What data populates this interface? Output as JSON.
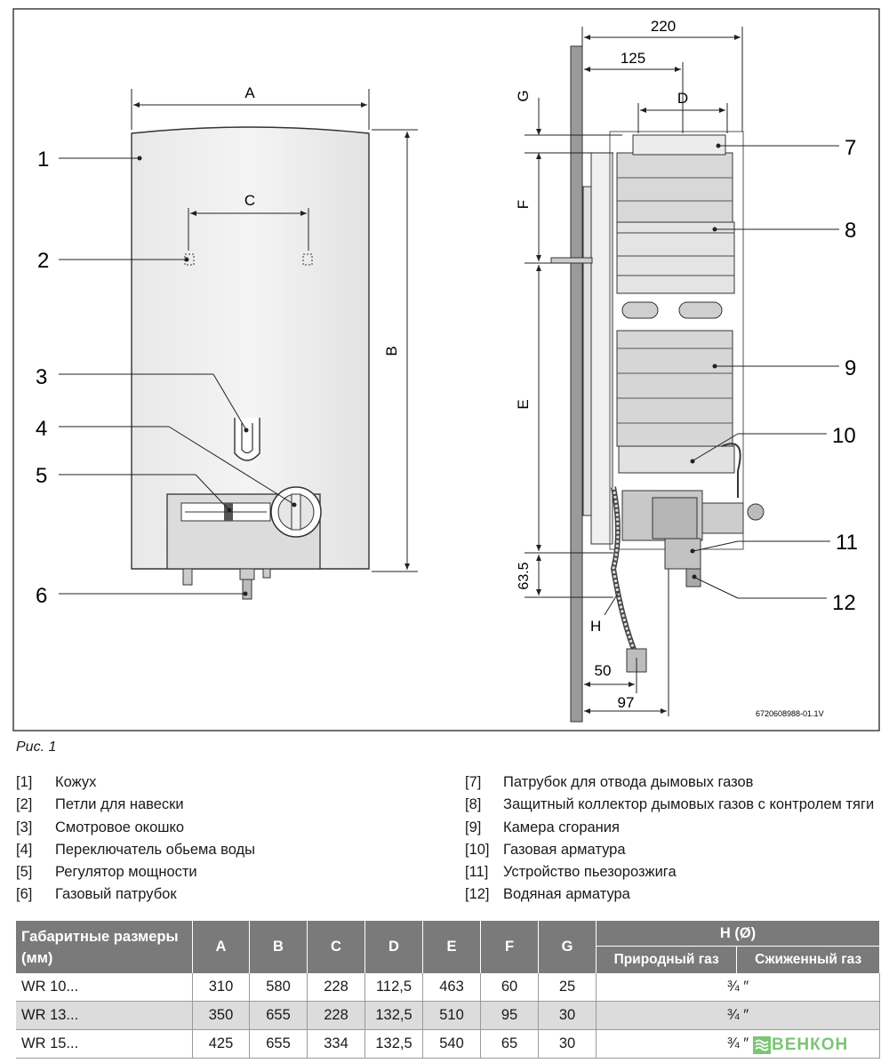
{
  "figure": {
    "code": "6720608988-01.1V",
    "dims": {
      "A": "A",
      "B": "B",
      "C": "C",
      "D": "D",
      "E": "E",
      "F": "F",
      "G": "G",
      "H": "H",
      "d220": "220",
      "d125": "125",
      "d63_5": "63.5",
      "d50": "50",
      "d97": "97"
    },
    "callouts": [
      "1",
      "2",
      "3",
      "4",
      "5",
      "6",
      "7",
      "8",
      "9",
      "10",
      "11",
      "12"
    ]
  },
  "caption": "Рис. 1",
  "legend_left": [
    {
      "num": "[1]",
      "text": "Кожух"
    },
    {
      "num": "[2]",
      "text": "Петли для навески"
    },
    {
      "num": "[3]",
      "text": "Смотровое окошко"
    },
    {
      "num": "[4]",
      "text": "Переключатель обьема воды"
    },
    {
      "num": "[5]",
      "text": "Регулятор мощности"
    },
    {
      "num": "[6]",
      "text": "Газовый патрубок"
    }
  ],
  "legend_right": [
    {
      "num": "[7]",
      "text": "Патрубок для отвода дымовых газов"
    },
    {
      "num": "[8]",
      "text": "Защитный коллектор дымовых газов с контролем тяги"
    },
    {
      "num": "[9]",
      "text": "Камера сгорания"
    },
    {
      "num": "[10]",
      "text": "Газовая арматура"
    },
    {
      "num": "[11]",
      "text": "Устройство пьезорозжига"
    },
    {
      "num": "[12]",
      "text": "Водяная арматура"
    }
  ],
  "table": {
    "header_first": "Габаритные размеры (мм)",
    "columns": [
      "A",
      "B",
      "C",
      "D",
      "E",
      "F",
      "G"
    ],
    "h_header": "H (Ø)",
    "h_sub": [
      "Природный газ",
      "Сжиженный газ"
    ],
    "rows": [
      {
        "model": "WR 10...",
        "values": [
          "310",
          "580",
          "228",
          "112,5",
          "463",
          "60",
          "25"
        ],
        "h": "¾ ″"
      },
      {
        "model": "WR 13...",
        "values": [
          "350",
          "655",
          "228",
          "132,5",
          "510",
          "95",
          "30"
        ],
        "h": "¾ ″"
      },
      {
        "model": "WR 15...",
        "values": [
          "425",
          "655",
          "334",
          "132,5",
          "540",
          "65",
          "30"
        ],
        "h": "¾ ″"
      }
    ]
  },
  "logo": "ВЕНКОН"
}
